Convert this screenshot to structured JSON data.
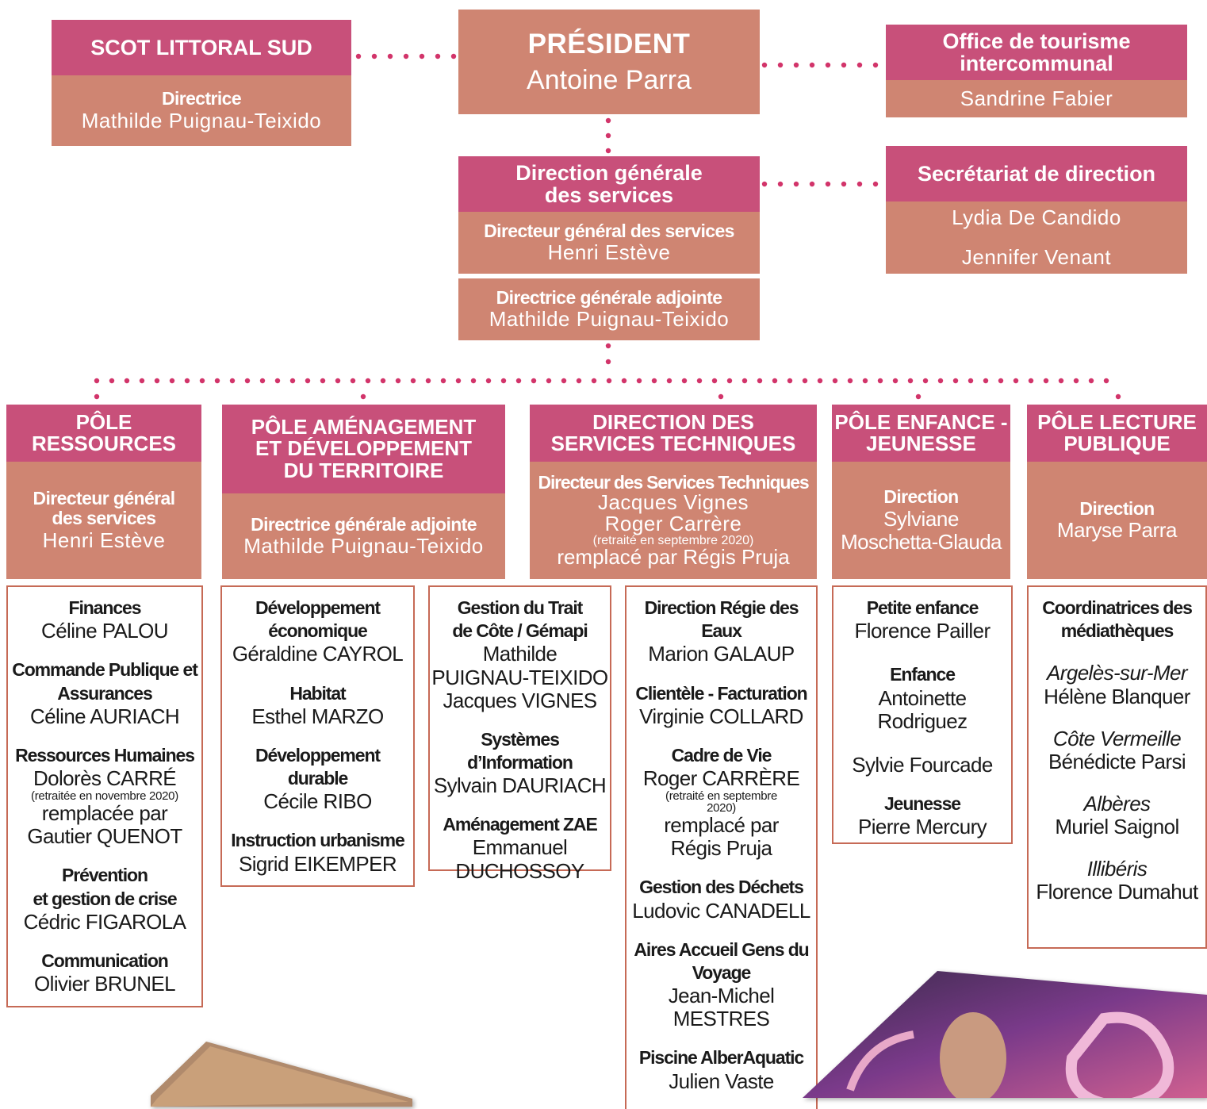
{
  "scot": {
    "title": "SCOT LITTORAL SUD",
    "role": "Directrice",
    "name": "Mathilde Puignau-Teixido"
  },
  "president": {
    "title": "PRÉSIDENT",
    "name": "Antoine Parra"
  },
  "office": {
    "title_line1": "Office de tourisme",
    "title_line2": "intercommunal",
    "name": "Sandrine Fabier"
  },
  "dgs": {
    "title_line1": "Direction générale",
    "title_line2": "des services",
    "role": "Directeur général des services",
    "name": "Henri Estève",
    "deputy_role": "Directrice générale adjointe",
    "deputy_name": "Mathilde Puignau-Teixido"
  },
  "secretariat": {
    "title": "Secrétariat de direction",
    "names": [
      "Lydia De Candido",
      "Jennifer Venant"
    ]
  },
  "poles": [
    {
      "title_lines": [
        "PÔLE RESSOURCES"
      ],
      "head_lines": [
        {
          "kind": "role",
          "text": "Directeur général"
        },
        {
          "kind": "role",
          "text": "des services"
        },
        {
          "kind": "name",
          "text": "Henri Estève"
        }
      ],
      "entries": [
        {
          "lines": [
            {
              "k": "t",
              "text": "Finances"
            },
            {
              "k": "n",
              "text": "Céline PALOU"
            }
          ]
        },
        {
          "lines": [
            {
              "k": "t",
              "text": "Commande Publique et"
            },
            {
              "k": "t",
              "text": "Assurances"
            },
            {
              "k": "n",
              "text": "Céline AURIACH"
            }
          ]
        },
        {
          "lines": [
            {
              "k": "t",
              "text": "Ressources Humaines"
            },
            {
              "k": "n",
              "text": "Dolorès CARRÉ"
            },
            {
              "k": "nt",
              "text": "(retraitée en novembre 2020)"
            },
            {
              "k": "n",
              "text": "remplacée par"
            },
            {
              "k": "n",
              "text": "Gautier QUENOT"
            }
          ]
        },
        {
          "lines": [
            {
              "k": "t",
              "text": "Prévention"
            },
            {
              "k": "t",
              "text": "et gestion de crise"
            },
            {
              "k": "n",
              "text": "Cédric FIGAROLA"
            }
          ]
        },
        {
          "lines": [
            {
              "k": "t",
              "text": "Communication"
            },
            {
              "k": "n",
              "text": "Olivier BRUNEL"
            }
          ]
        }
      ]
    },
    {
      "title_lines": [
        "PÔLE AMÉNAGEMENT",
        "ET DÉVELOPPEMENT",
        "DU TERRITOIRE"
      ],
      "head_lines": [
        {
          "kind": "role",
          "text": "Directrice générale adjointe"
        },
        {
          "kind": "name",
          "text": "Mathilde Puignau-Teixido"
        }
      ],
      "entries": [
        {
          "lines": [
            {
              "k": "t",
              "text": "Développement"
            },
            {
              "k": "t",
              "text": "économique"
            },
            {
              "k": "n",
              "text": "Géraldine CAYROL"
            }
          ]
        },
        {
          "lines": [
            {
              "k": "t",
              "text": "Habitat"
            },
            {
              "k": "n",
              "text": "Esthel MARZO"
            }
          ]
        },
        {
          "lines": [
            {
              "k": "t",
              "text": "Développement"
            },
            {
              "k": "t",
              "text": "durable"
            },
            {
              "k": "n",
              "text": "Cécile RIBO"
            }
          ]
        },
        {
          "lines": [
            {
              "k": "t",
              "text": "Instruction urbanisme"
            },
            {
              "k": "n",
              "text": "Sigrid EIKEMPER"
            }
          ]
        }
      ],
      "entries_b": [
        {
          "lines": [
            {
              "k": "t",
              "text": "Gestion du Trait"
            },
            {
              "k": "t",
              "text": "de Côte / Gémapi"
            },
            {
              "k": "n",
              "text": "Mathilde"
            },
            {
              "k": "n",
              "text": "PUIGNAU-TEIXIDO"
            },
            {
              "k": "n",
              "text": "Jacques  VIGNES"
            }
          ]
        },
        {
          "lines": [
            {
              "k": "t",
              "text": "Systèmes d’Information"
            },
            {
              "k": "n",
              "text": "Sylvain DAURIACH"
            }
          ]
        },
        {
          "lines": [
            {
              "k": "t",
              "text": "Aménagement ZAE"
            },
            {
              "k": "n",
              "text": "Emmanuel"
            },
            {
              "k": "n",
              "text": "DUCHOSSOY"
            }
          ]
        }
      ]
    },
    {
      "title_lines": [
        "DIRECTION DES",
        "SERVICES TECHNIQUES"
      ],
      "head_lines": [
        {
          "kind": "role",
          "text": "Directeur des Services Techniques"
        },
        {
          "kind": "name",
          "text": "Jacques Vignes"
        },
        {
          "kind": "name",
          "text": "Roger Carrère"
        },
        {
          "kind": "note",
          "text": "(retraité en septembre 2020)"
        },
        {
          "kind": "name",
          "text": "remplacé par Régis Pruja"
        }
      ],
      "entries": [
        {
          "lines": [
            {
              "k": "t",
              "text": "Direction Régie des Eaux"
            },
            {
              "k": "n",
              "text": "Marion GALAUP"
            }
          ]
        },
        {
          "lines": [
            {
              "k": "t",
              "text": "Clientèle - Facturation"
            },
            {
              "k": "n",
              "text": "Virginie COLLARD"
            }
          ]
        },
        {
          "lines": [
            {
              "k": "t",
              "text": "Cadre de Vie"
            },
            {
              "k": "n",
              "text": "Roger CARRÈRE"
            },
            {
              "k": "nt",
              "text": "(retraité en septembre"
            },
            {
              "k": "nt",
              "text": "2020)"
            },
            {
              "k": "n",
              "text": "remplacé par"
            },
            {
              "k": "n",
              "text": "Régis Pruja"
            }
          ]
        },
        {
          "lines": [
            {
              "k": "t",
              "text": "Gestion des Déchets"
            },
            {
              "k": "n",
              "text": "Ludovic CANADELL"
            }
          ]
        },
        {
          "lines": [
            {
              "k": "t",
              "text": "Aires Accueil Gens du"
            },
            {
              "k": "t",
              "text": "Voyage"
            },
            {
              "k": "n",
              "text": "Jean-Michel"
            },
            {
              "k": "n",
              "text": "MESTRES"
            }
          ]
        },
        {
          "lines": [
            {
              "k": "t",
              "text": "Piscine AlberAquatic"
            },
            {
              "k": "n",
              "text": "Julien Vaste"
            }
          ]
        }
      ]
    },
    {
      "title_lines": [
        "PÔLE ENFANCE -",
        "JEUNESSE"
      ],
      "head_lines": [
        {
          "kind": "role",
          "text": "Direction"
        },
        {
          "kind": "name",
          "text": "Sylviane"
        },
        {
          "kind": "name",
          "text": "Moschetta-Glauda"
        }
      ],
      "entries": [
        {
          "lines": [
            {
              "k": "t",
              "text": "Petite enfance"
            },
            {
              "k": "n",
              "text": "Florence Pailler"
            }
          ]
        },
        {
          "lines": [
            {
              "k": "t",
              "text": "Enfance"
            },
            {
              "k": "n",
              "text": "Antoinette"
            },
            {
              "k": "n",
              "text": "Rodriguez"
            }
          ]
        },
        {
          "lines": [
            {
              "k": "n",
              "text": "Sylvie Fourcade"
            }
          ]
        },
        {
          "lines": [
            {
              "k": "t",
              "text": "Jeunesse"
            },
            {
              "k": "n",
              "text": "Pierre Mercury"
            }
          ]
        }
      ]
    },
    {
      "title_lines": [
        "PÔLE LECTURE",
        "PUBLIQUE"
      ],
      "head_lines": [
        {
          "kind": "role",
          "text": "Direction"
        },
        {
          "kind": "name",
          "text": "Maryse Parra"
        }
      ],
      "entries": [
        {
          "lines": [
            {
              "k": "t",
              "text": "Coordinatrices des"
            },
            {
              "k": "t",
              "text": "médiathèques"
            }
          ]
        },
        {
          "lines": [
            {
              "k": "it",
              "text": "Argelès-sur-Mer"
            },
            {
              "k": "n",
              "text": "Hélène Blanquer"
            }
          ]
        },
        {
          "lines": [
            {
              "k": "it",
              "text": "Côte Vermeille"
            },
            {
              "k": "n",
              "text": "Bénédicte Parsi"
            }
          ]
        },
        {
          "lines": [
            {
              "k": "it",
              "text": "Albères"
            },
            {
              "k": "n",
              "text": "Muriel Saignol"
            }
          ]
        },
        {
          "lines": [
            {
              "k": "it",
              "text": "Illibéris"
            },
            {
              "k": "n",
              "text": "Florence Dumahut"
            }
          ]
        }
      ]
    }
  ],
  "colors": {
    "header": "#c8507a",
    "subheader": "#cf8572",
    "border": "#c66a56",
    "dots": "#d2346a"
  }
}
